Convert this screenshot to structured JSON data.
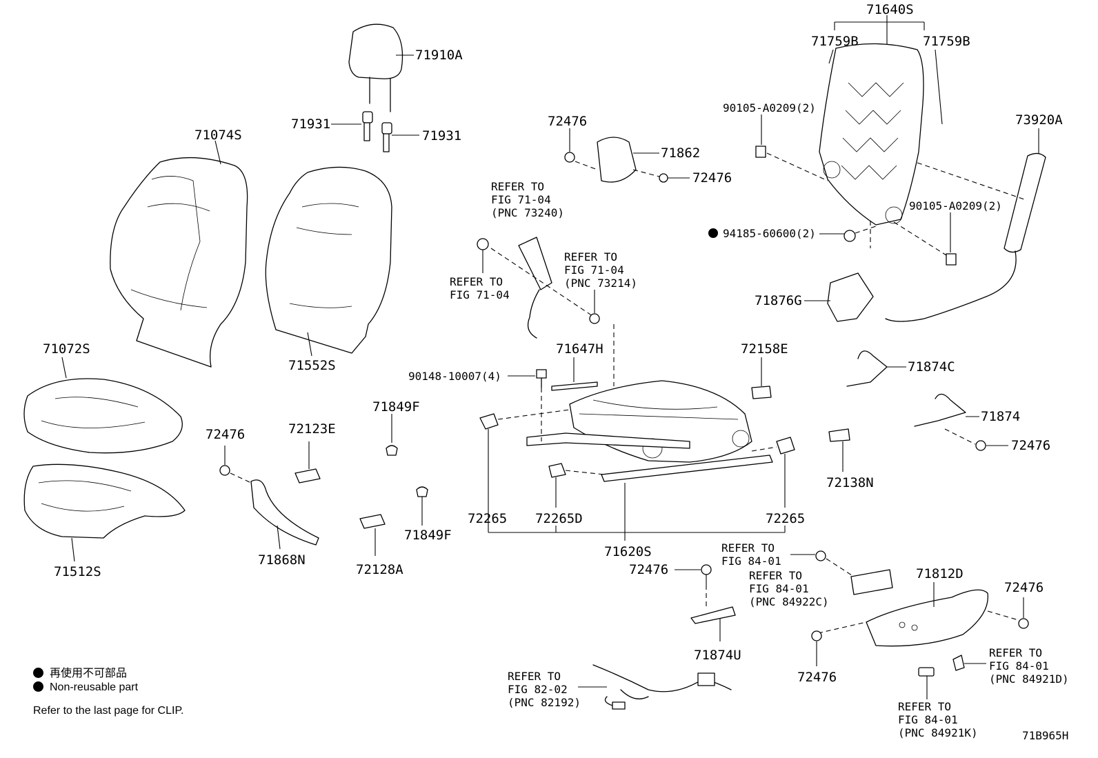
{
  "parts": {
    "p71910A": "71910A",
    "p71931a": "71931",
    "p71931b": "71931",
    "p71074S": "71074S",
    "p71552S": "71552S",
    "p71072S": "71072S",
    "p71512S": "71512S",
    "p72476a": "72476",
    "p72123E": "72123E",
    "p71868N": "71868N",
    "p72128A": "72128A",
    "p71849Fa": "71849F",
    "p71849Fb": "71849F",
    "p72476b": "72476",
    "p71862": "71862",
    "p72476c": "72476",
    "p90148": "90148-10007(4)",
    "p71647H": "71647H",
    "p72265a": "72265",
    "p72265D": "72265D",
    "p72265b": "72265",
    "p71620S": "71620S",
    "p72158E": "72158E",
    "p72138N": "72138N",
    "p71640S": "71640S",
    "p71759Ba": "71759B",
    "p71759Bb": "71759B",
    "p90105a": "90105-A0209(2)",
    "p90105b": "90105-A0209(2)",
    "p94185": "94185-60600(2)",
    "p73920A": "73920A",
    "p71876G": "71876G",
    "p71874C": "71874C",
    "p71874": "71874",
    "p72476d": "72476",
    "p72476e": "72476",
    "p71874U": "71874U",
    "p71812D": "71812D",
    "p72476f": "72476",
    "p72476g": "72476"
  },
  "refs": {
    "r73240": [
      "REFER TO",
      "FIG 71-04",
      "(PNC 73240)"
    ],
    "r7104": [
      "REFER TO",
      "FIG 71-04"
    ],
    "r73214": [
      "REFER TO",
      "FIG 71-04",
      "(PNC 73214)"
    ],
    "r8401a": [
      "REFER TO",
      "FIG 84-01"
    ],
    "r84922C": [
      "REFER TO",
      "FIG 84-01",
      "(PNC 84922C)"
    ],
    "r82192": [
      "REFER TO",
      "FIG 82-02",
      "(PNC 82192)"
    ],
    "r84921K": [
      "REFER TO",
      "FIG 84-01",
      "(PNC 84921K)"
    ],
    "r84921D": [
      "REFER TO",
      "FIG 84-01",
      "(PNC 84921D)"
    ]
  },
  "legend": {
    "japanese": "再使用不可部品",
    "english": "Non-reusable part",
    "note": "Refer to the last page for CLIP."
  },
  "figure_code": "71B965H"
}
